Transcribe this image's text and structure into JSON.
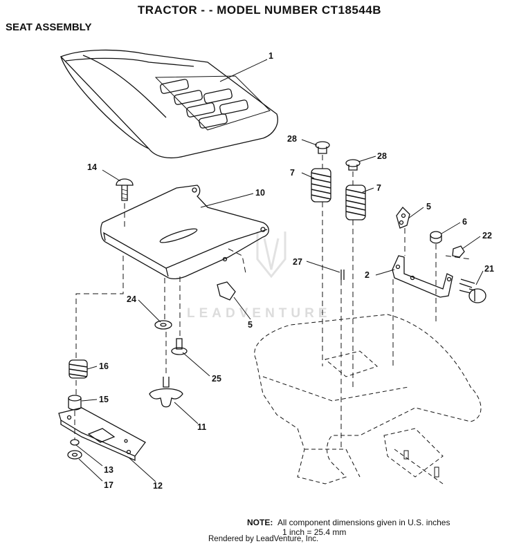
{
  "header": {
    "title": "TRACTOR - - MODEL NUMBER CT18544B",
    "section": "SEAT ASSEMBLY"
  },
  "watermark": "LEADVENTURE",
  "callouts": {
    "c1": "1",
    "c2": "2",
    "c5a": "5",
    "c5b": "5",
    "c6": "6",
    "c7a": "7",
    "c7b": "7",
    "c10": "10",
    "c11": "11",
    "c12": "12",
    "c13": "13",
    "c14": "14",
    "c15": "15",
    "c16": "16",
    "c17": "17",
    "c21": "21",
    "c22": "22",
    "c24": "24",
    "c25": "25",
    "c27": "27",
    "c28a": "28",
    "c28b": "28"
  },
  "note": {
    "label": "NOTE:",
    "line1": "All component dimensions given in U.S. inches",
    "line2": "1 inch = 25.4 mm"
  },
  "footer": "Rendered by LeadVenture, Inc."
}
